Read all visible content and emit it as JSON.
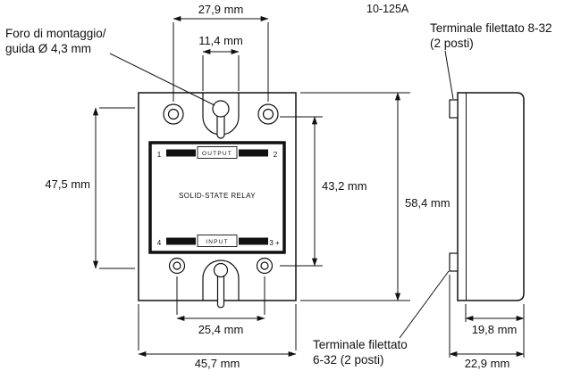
{
  "title": "10-125A",
  "colors": {
    "ink": "#111111",
    "background": "#ffffff"
  },
  "relay": {
    "brand_label": "SOLID-STATE RELAY",
    "output_label": "OUTPUT",
    "input_label": "INPUT",
    "terminals": {
      "t1": "1",
      "t2": "2",
      "t3": "3 +",
      "t4": "4"
    }
  },
  "callouts": {
    "mounting_hole_line1": "Foro di montaggio/",
    "mounting_hole_line2": "guida Ø 4,3 mm",
    "terminal_top_line1": "Terminale filettato 8-32",
    "terminal_top_line2": "(2 posti)",
    "terminal_bottom_line1": "Terminale filettato",
    "terminal_bottom_line2": "6-32 (2 posti)"
  },
  "dimensions": {
    "top_hole_spacing": "27,9 mm",
    "center_slot_width": "11,4 mm",
    "left_height": "47,5 mm",
    "hole_span_height": "43,2 mm",
    "overall_height": "58,4 mm",
    "bottom_hole_spacing": "25,4 mm",
    "overall_width": "45,7 mm",
    "body_depth": "19,8 mm",
    "overall_depth": "22,9 mm"
  }
}
